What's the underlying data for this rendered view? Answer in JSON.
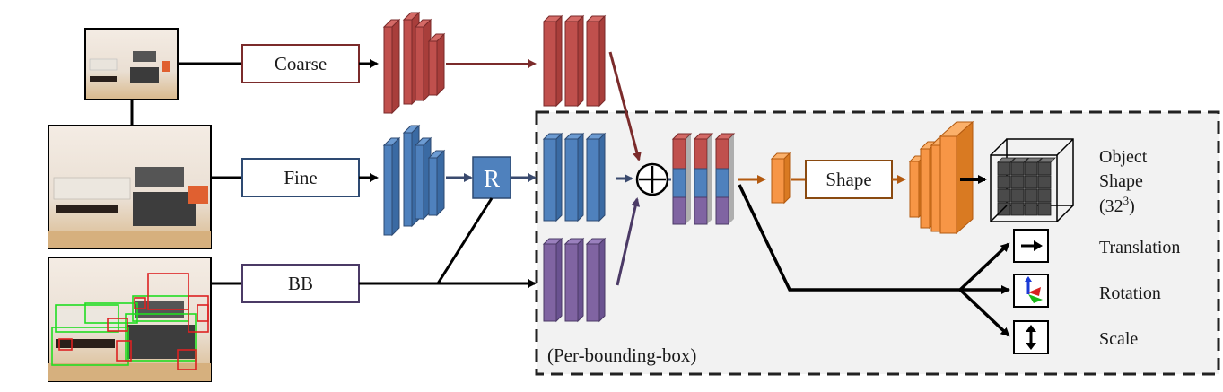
{
  "inputs": {
    "coarse": "Coarse",
    "fine": "Fine",
    "bb": "BB"
  },
  "roi_label": "R",
  "shape_box": "Shape",
  "per_box_label": "(Per-bounding-box)",
  "outputs": {
    "object_shape_line1": "Object",
    "object_shape_line2": "Shape",
    "object_shape_line3_pre": "(32",
    "object_shape_line3_sup": "3",
    "object_shape_line3_post": ")",
    "translation": "Translation",
    "rotation": "Rotation",
    "scale": "Scale"
  },
  "colors": {
    "coarse": "#c0504d",
    "fine": "#4f81bd",
    "bb": "#8064a2",
    "shape": "#f79646",
    "arrow_dark_red": "#7b2b2b",
    "arrow_navy": "#3a4a6e",
    "arrow_purple": "#4b3a66",
    "arrow_orange": "#b35a10",
    "panel_bg": "#f2f2f2"
  },
  "icons": [
    "coarse-image-icon",
    "fine-image-icon",
    "bb-image-icon",
    "voxel-cube-icon",
    "translation-arrow-icon",
    "rotation-axes-icon",
    "scale-arrow-icon",
    "sum-circle-icon"
  ]
}
